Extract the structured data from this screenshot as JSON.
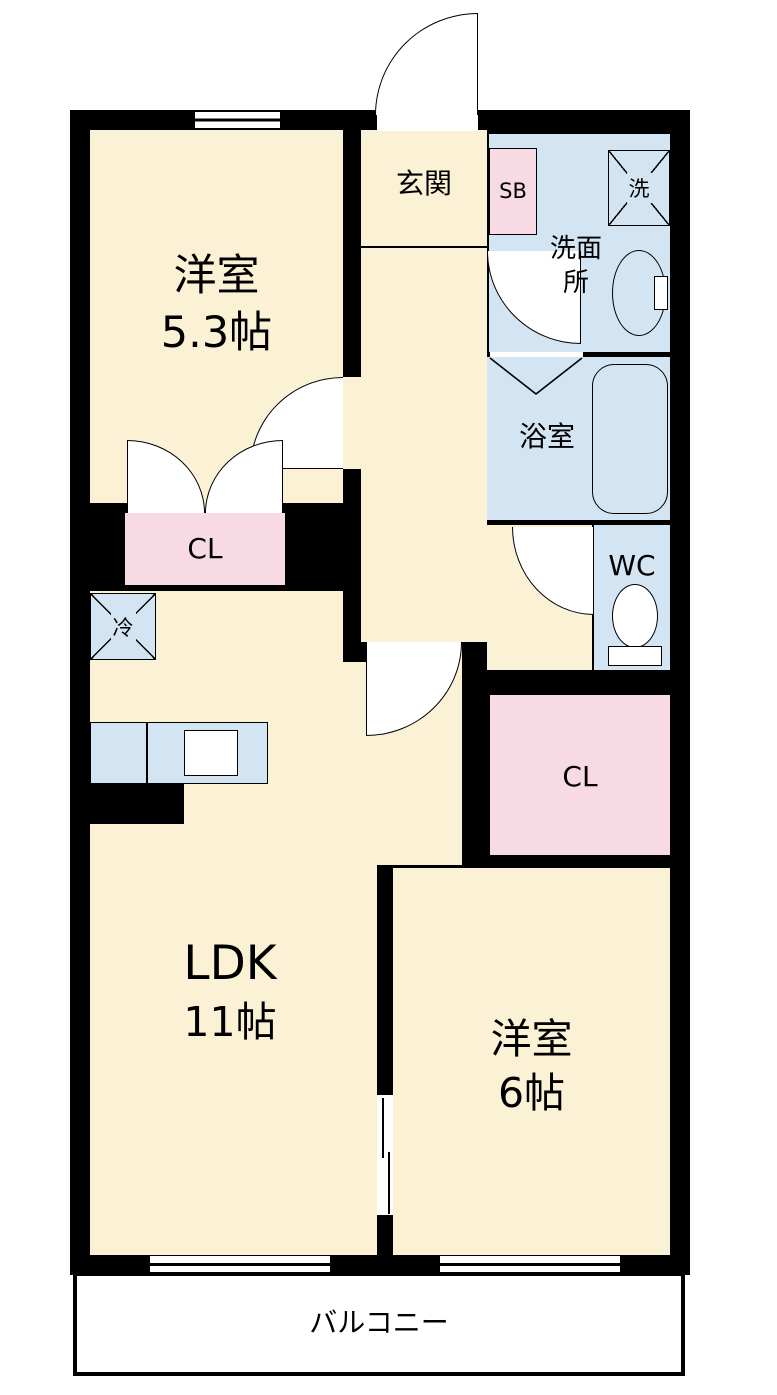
{
  "rooms": {
    "bedroom1": {
      "name": "洋室",
      "size": "5.3帖"
    },
    "entrance": {
      "label": "玄関"
    },
    "shoe_box": {
      "label": "SB"
    },
    "washroom": {
      "label": "洗面所"
    },
    "washer": {
      "label": "洗"
    },
    "bathroom": {
      "label": "浴室"
    },
    "wc": {
      "label": "WC"
    },
    "closet_left": {
      "label": "CL"
    },
    "refrigerator": {
      "label": "冷"
    },
    "ldk": {
      "name": "LDK",
      "size": "11帖"
    },
    "closet_right": {
      "label": "CL"
    },
    "bedroom2": {
      "name": "洋室",
      "size": "6帖"
    },
    "balcony": {
      "label": "バルコニー"
    }
  },
  "fixtures": {
    "bathtub": "bathtub-icon",
    "toilet": "toilet-icon",
    "wash_basin": "wash-basin-icon",
    "washing_machine": "washing-machine-box",
    "refrigerator": "refrigerator-box",
    "kitchen_counter": "kitchen-counter"
  },
  "colors": {
    "wall": "#000000",
    "room_floor": "#FBF2D6",
    "wet_area": "#D3E5F3",
    "closet": "#F8DAE4",
    "background": "#FFFFFF"
  }
}
